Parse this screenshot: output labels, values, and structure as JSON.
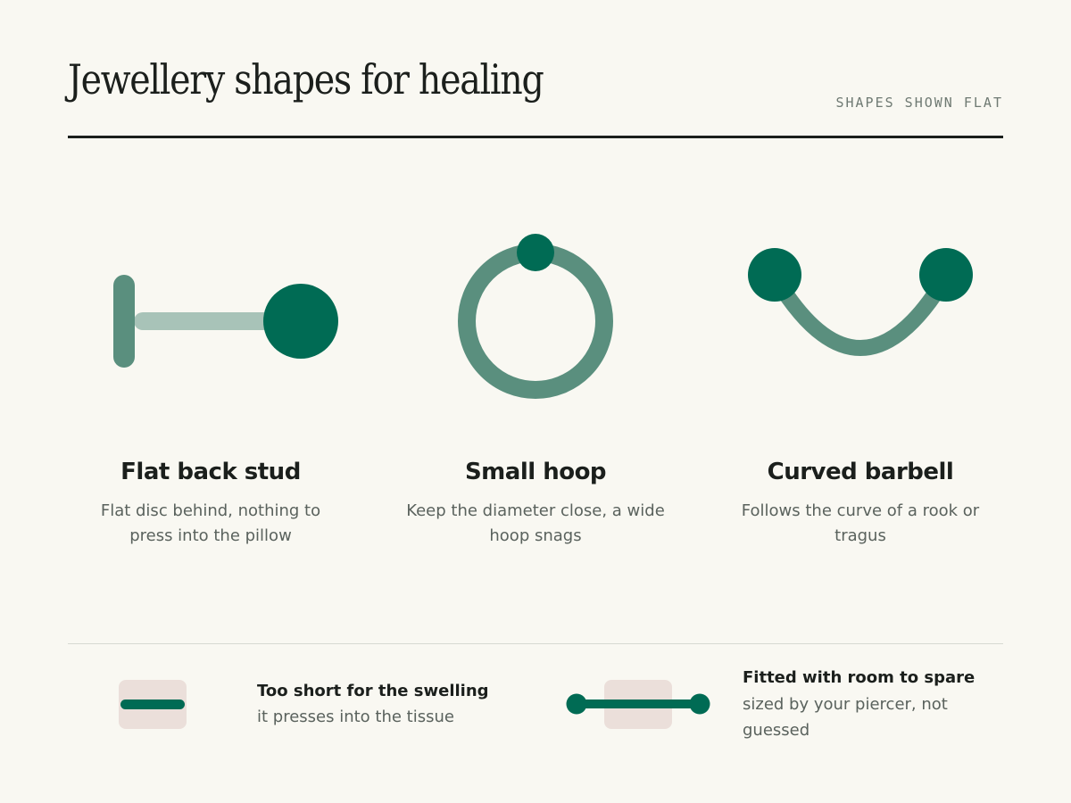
{
  "header": {
    "title": "Jewellery shapes for healing",
    "tag": "SHAPES SHOWN FLAT"
  },
  "colors": {
    "background": "#f9f8f2",
    "ink": "#1b1f1c",
    "jewel_dark": "#006b54",
    "jewel_mid": "#5a8f7e",
    "jewel_light": "#a8c3b8",
    "tissue": "#ebdfda"
  },
  "cards": [
    {
      "title": "Flat back stud",
      "description": "Flat disc behind, nothing to press into the pillow",
      "icon": "flat-back-stud"
    },
    {
      "title": "Small hoop",
      "description": "Keep the diameter close, a wide hoop snags",
      "icon": "small-hoop"
    },
    {
      "title": "Curved barbell",
      "description": "Follows the curve of a rook or tragus",
      "icon": "curved-barbell"
    }
  ],
  "fit": {
    "short": {
      "title": "Too short for the swelling",
      "description": "it presses into the tissue",
      "icon": "short-bar-in-tissue"
    },
    "good": {
      "title": "Fitted with room to spare",
      "description": "sized by your piercer, not guessed",
      "icon": "long-bar-through-tissue"
    }
  }
}
